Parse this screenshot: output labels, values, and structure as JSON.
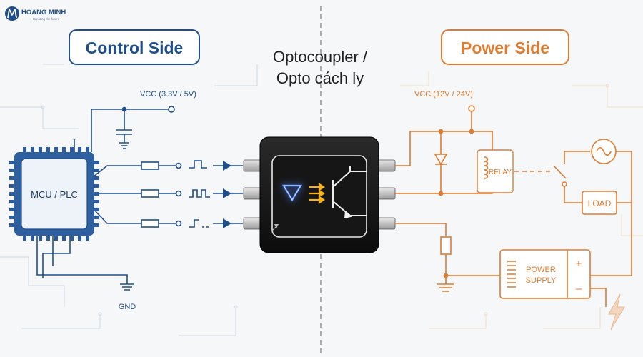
{
  "logo": {
    "brand": "HOANG MINH",
    "tagline": "Creating the future"
  },
  "control_side": {
    "title": "Control Side",
    "vcc_label": "VCC (3.3V / 5V)",
    "mcu_label": "MCU / PLC",
    "gnd_label": "GND"
  },
  "center": {
    "title_line1": "Optocoupler /",
    "title_line2": "Opto cách ly"
  },
  "power_side": {
    "title": "Power Side",
    "vcc_label": "VCC (12V / 24V)",
    "relay_label": "RELAY",
    "load_label": "LOAD",
    "power_supply_line1": "POWER",
    "power_supply_line2": "SUPPLY",
    "plus_sign": "+",
    "minus_sign": "–"
  },
  "colors": {
    "control": "#1f4e8c",
    "power": "#e07a2e",
    "chip": "#111111",
    "led": "#2f6bff",
    "light": "#f6b21a",
    "divider": "#9a9a9a",
    "background": "#f6f7f9"
  },
  "icons": {
    "logo": "hm-logo-icon",
    "lightning": "lightning-icon",
    "ac_source": "ac-source-icon",
    "ground": "ground-icon"
  }
}
